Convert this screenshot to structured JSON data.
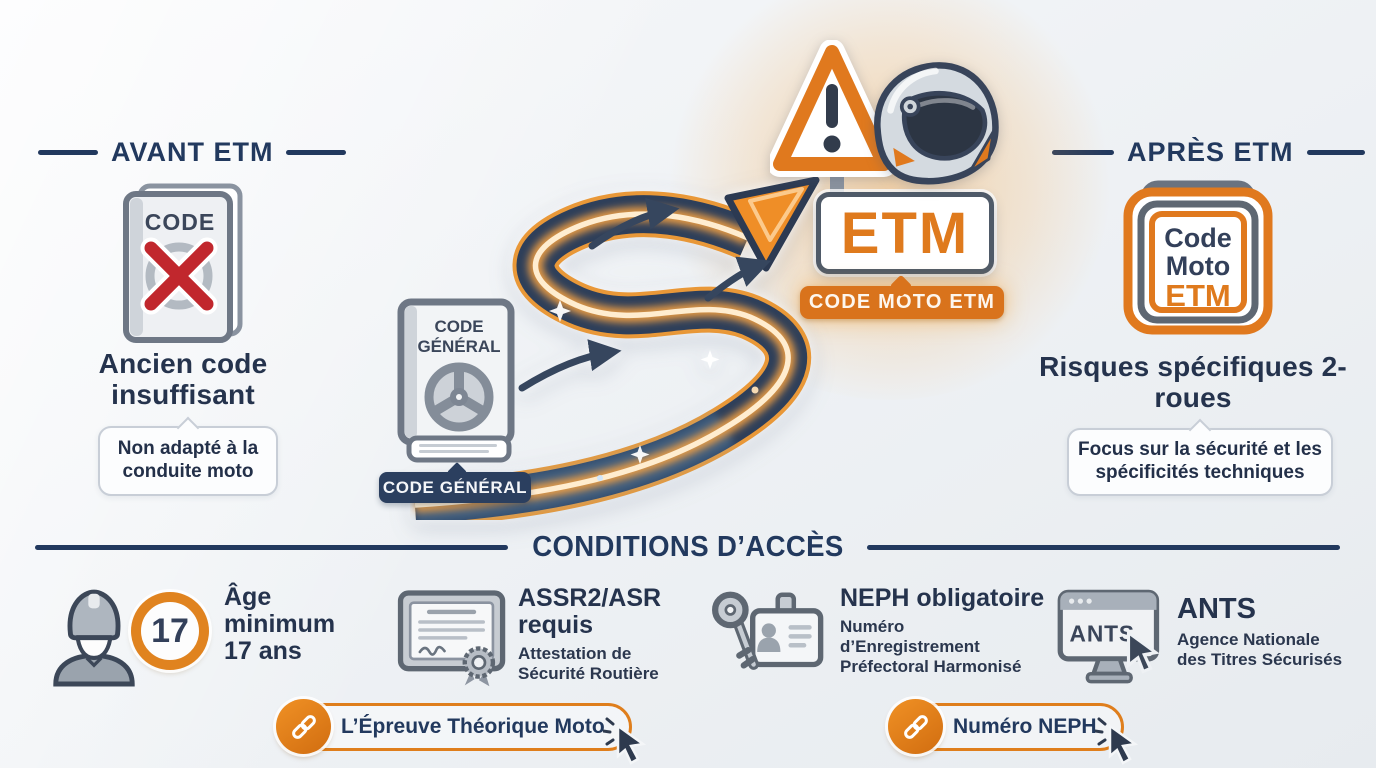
{
  "palette": {
    "navy": "#22395e",
    "orange": "#df7a1d",
    "red": "#c1272d",
    "gray_icon": "#5e6772",
    "background": "#eff2f5"
  },
  "avant": {
    "heading": "AVANT ETM",
    "book_label": "CODE",
    "title": "Ancien code insuffisant",
    "bubble": "Non adapté à la conduite moto"
  },
  "parcours": {
    "book_line1": "CODE",
    "book_line2": "GÉNÉRAL",
    "book_badge": "CODE GÉNÉRAL",
    "sign_label": "ETM",
    "sign_badge": "CODE MOTO ETM"
  },
  "apres": {
    "heading": "APRÈS ETM",
    "badge_line1": "Code",
    "badge_line2": "Moto",
    "badge_line3": "ETM",
    "title": "Risques spécifiques 2-roues",
    "bubble": "Focus sur la sécurité et les spécificités techniques"
  },
  "conditions": {
    "heading": "CONDITIONS D’ACCÈS",
    "items": [
      {
        "id": "age",
        "icon": "rider-17-icon",
        "badge": "17",
        "title": "Âge minimum 17 ans",
        "subtitle": ""
      },
      {
        "id": "assr",
        "icon": "certificate-icon",
        "title": "ASSR2/ASR requis",
        "subtitle": "Attestation de Sécurité Routière"
      },
      {
        "id": "neph",
        "icon": "key-id-card-icon",
        "title": "NEPH obligatoire",
        "subtitle": "Numéro d’Enregistrement Préfectoral Harmonisé"
      },
      {
        "id": "ants",
        "icon": "ants-website-icon",
        "icon_label": "ANTS",
        "title": "ANTS",
        "subtitle": "Agence Nationale des Titres Sécurisés"
      }
    ]
  },
  "links": [
    {
      "label": "L’Épreuve Théorique Moto"
    },
    {
      "label": "Numéro NEPH"
    }
  ]
}
